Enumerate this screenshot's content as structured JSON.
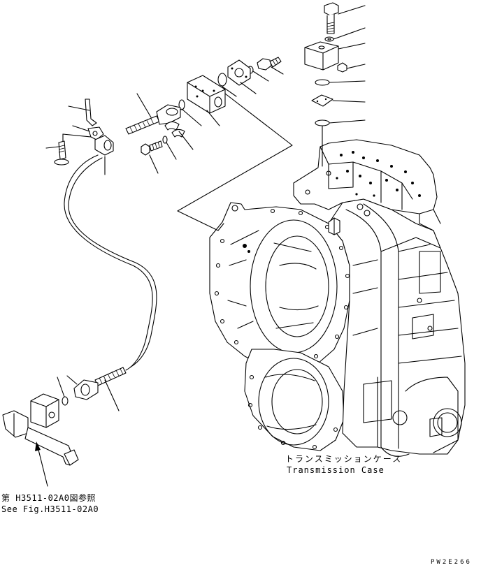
{
  "case_label": {
    "japanese": "トランスミッションケース",
    "english": "Transmission Case"
  },
  "reference_label": {
    "japanese": "第 H3511-02A0図参照",
    "english": "See Fig.H3511-02A0"
  },
  "drawing_code": "PW2E266"
}
